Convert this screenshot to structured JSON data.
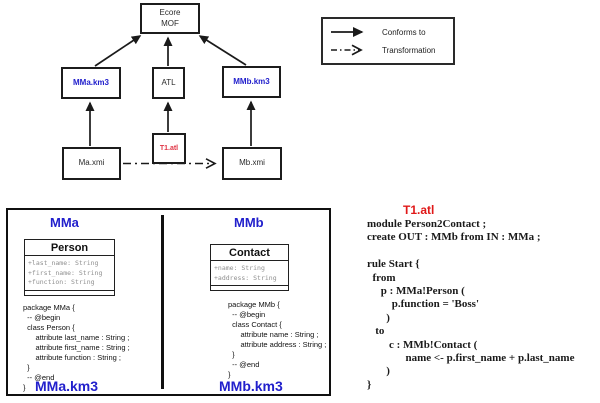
{
  "diagram": {
    "nodes": {
      "ecore_line1": "Ecore",
      "ecore_line2": "MOF",
      "mma_km3": "MMa.km3",
      "atl": "ATL",
      "mmb_km3": "MMb.km3",
      "ma_xmi": "Ma.xmi",
      "t1_atl": "T1.atl",
      "mb_xmi": "Mb.xmi"
    },
    "legend": {
      "conforms_to": "Conforms to",
      "transformation": "Transformation"
    }
  },
  "panel": {
    "mma": {
      "title": "MMa",
      "class_name": "Person",
      "attributes": [
        "+last_name: String",
        "+first_name: String",
        "+function: String"
      ],
      "code": "package MMa {\n  -- @begin\n  class Person {\n      attribute last_name : String ;\n      attribute first_name : String ;\n      attribute function : String ;\n  }\n  -- @end\n}",
      "file_label": "MMa.km3"
    },
    "mmb": {
      "title": "MMb",
      "class_name": "Contact",
      "attributes": [
        "+name: String",
        "+address: String"
      ],
      "code": "package MMb {\n  -- @begin\n  class Contact {\n      attribute name : String ;\n      attribute address : String ;\n  }\n  -- @end\n}",
      "file_label": "MMb.km3"
    }
  },
  "atl": {
    "title": "T1.atl",
    "code": "module Person2Contact ;\ncreate OUT : MMb from IN : MMa ;\n\nrule Start {\n  from\n     p : MMa!Person (\n         p.function = 'Boss'\n       )\n   to\n        c : MMb!Contact (\n              name <- p.first_name + p.last_name\n       )\n}"
  },
  "colors": {
    "accent_blue": "#2220cc",
    "accent_red": "#e01818",
    "attr_gray": "#8f8f8f",
    "line_black": "#1a1a1a"
  }
}
